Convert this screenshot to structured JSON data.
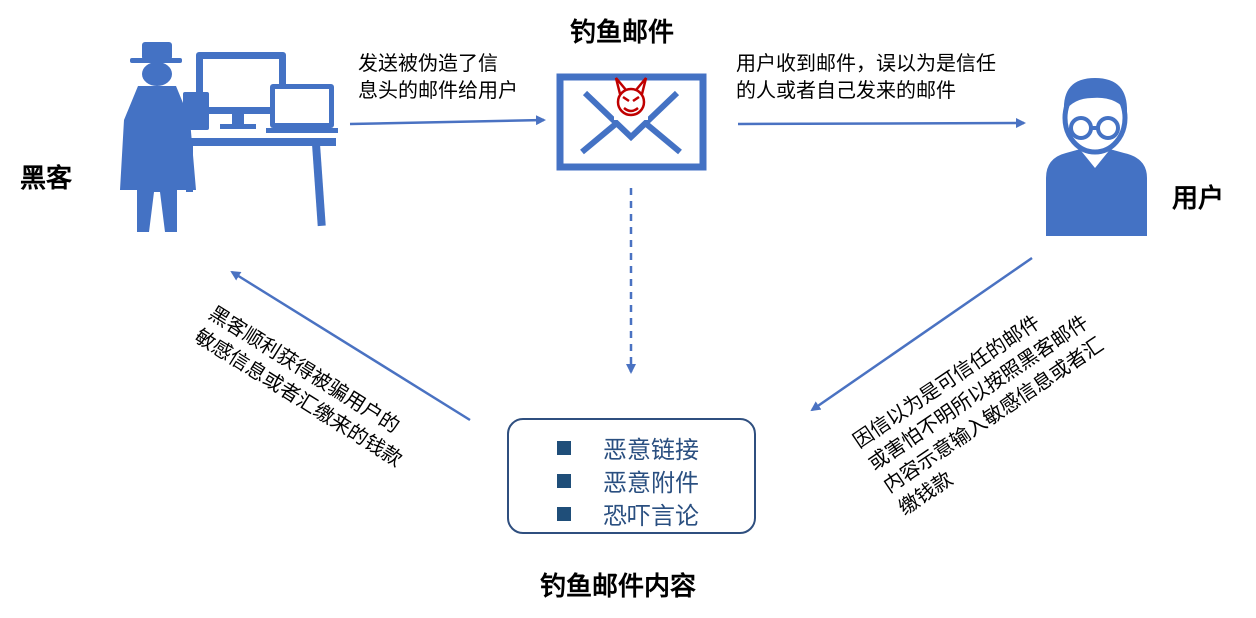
{
  "diagram": {
    "title_top": "钓鱼邮件",
    "hacker_label": "黑客",
    "user_label": "用户",
    "arrow1_text": [
      "发送被伪造了信",
      "息头的邮件给用户"
    ],
    "arrow2_text": [
      "用户收到邮件，误以为是信任",
      "的人或者自己发来的邮件"
    ],
    "arrow3_text": [
      "因信以为是可信任的邮件",
      "或害怕不明所以按照黑客邮件",
      "内容示意输入敏感信息或者汇",
      "缴钱款"
    ],
    "arrow4_text": [
      "黑客顺利获得被骗用户的",
      "敏感信息或者汇缴来的钱款"
    ],
    "content_items": [
      "恶意链接",
      "恶意附件",
      "恐吓言论"
    ],
    "content_title": "钓鱼邮件内容"
  },
  "colors": {
    "icon_blue": "#4472c4",
    "arrow_blue": "#4a72c2",
    "box_border": "#2f4f7f",
    "list_text": "#2a4f80",
    "devil_red": "#c00000"
  }
}
